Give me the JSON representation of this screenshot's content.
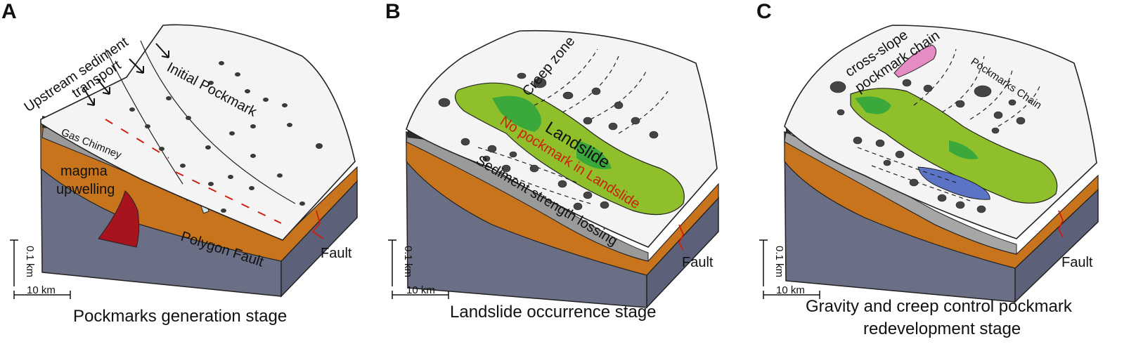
{
  "panels": [
    {
      "letter": "A",
      "caption": "Pockmarks generation stage",
      "labels": {
        "transport_1": "Upstream sediment",
        "transport_2": "transport",
        "initial_pockmark": "Initial  Pockmark",
        "gas_chimney": "Gas Chimney",
        "magma_1": "magma",
        "magma_2": "upwelling",
        "polygon_fault": "Polygon Fault",
        "fault": "Fault"
      },
      "scale": {
        "vertical": "0.1 km",
        "horizontal": "10 km"
      }
    },
    {
      "letter": "B",
      "caption": "Landslide occurrence stage",
      "labels": {
        "creep_zone": "Creep zone",
        "landslide": "Landslide",
        "no_pockmark": "No pockmark in Landslide",
        "sediment_strength": "Sediment strength lossing",
        "fault": "Fault"
      },
      "scale": {
        "vertical": "0.1 km",
        "horizontal": "10 km"
      }
    },
    {
      "letter": "C",
      "caption_1": "Gravity and creep control pockmark",
      "caption_2": "redevelopment stage",
      "labels": {
        "cross_slope_1": "cross-slope",
        "cross_slope_2": "pockmark chain",
        "pockmarks_chain": "Pockmarks Chain",
        "fault": "Fault"
      },
      "scale": {
        "vertical": "0.1 km",
        "horizontal": "10 km"
      }
    }
  ],
  "colors": {
    "seafloor": "#f4f4f4",
    "block_side": "#6a6f86",
    "orange_layer": "#c8741d",
    "dark_layer": "#2a2a2a",
    "landslide": "#8fbf2a",
    "landslide_patch": "#3aa83a",
    "magma": "#a8141e",
    "fault_line": "#cc1f10",
    "pink_chain": "#e58cc4",
    "blue_chain": "#5b74c6"
  }
}
